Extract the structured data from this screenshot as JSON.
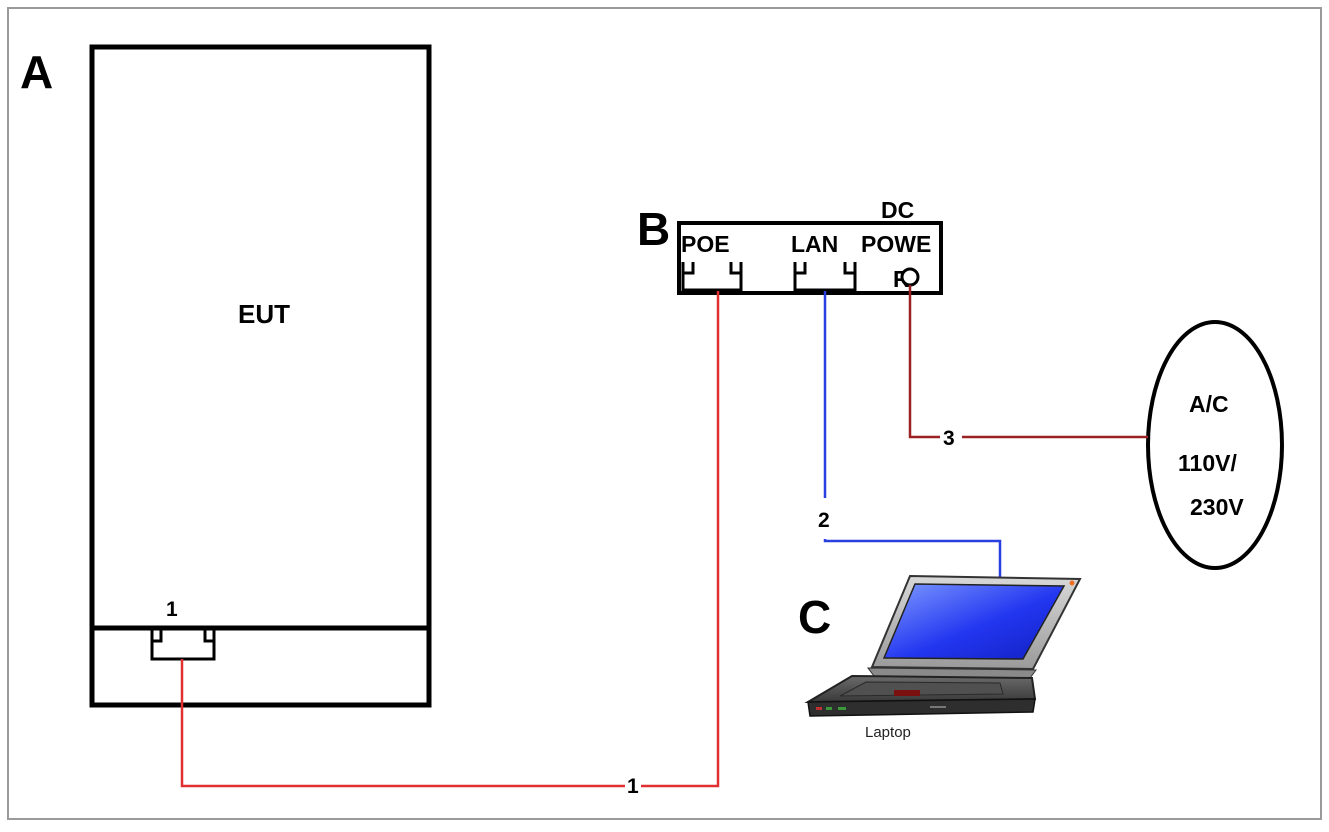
{
  "units": {
    "eut": {
      "letter": "A",
      "label": "EUT",
      "port_number": "1"
    },
    "poe_injector": {
      "letter": "B",
      "port_poe": "POE",
      "port_lan": "LAN",
      "dc_label_line1": "DC",
      "dc_label_line2": "POWE",
      "dc_label_line3": "R"
    },
    "laptop": {
      "letter": "C",
      "caption": "Laptop"
    },
    "ac_source": {
      "line1": "A/C",
      "line2": "110V/",
      "line3": "230V"
    }
  },
  "cables": [
    {
      "number": "1",
      "from": "EUT",
      "to": "POE",
      "color": "#e03030"
    },
    {
      "number": "2",
      "from": "LAN",
      "to": "Laptop",
      "color": "#2a3fe0"
    },
    {
      "number": "3",
      "from": "DC POWER",
      "to": "A/C",
      "color": "#9b2222"
    }
  ]
}
